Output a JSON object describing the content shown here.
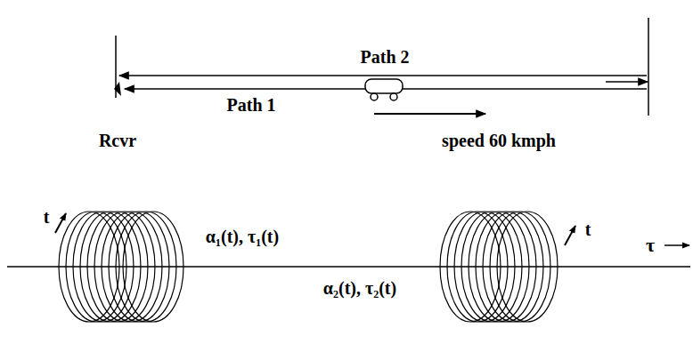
{
  "diagram": {
    "labels": [
      "Path 2",
      "Path 1",
      "Rcvr",
      "speed 60 kmph",
      "t",
      "α₁(t), τ₁(t)",
      "α₂(t), τ₂(t)",
      "t",
      "τ"
    ]
  }
}
